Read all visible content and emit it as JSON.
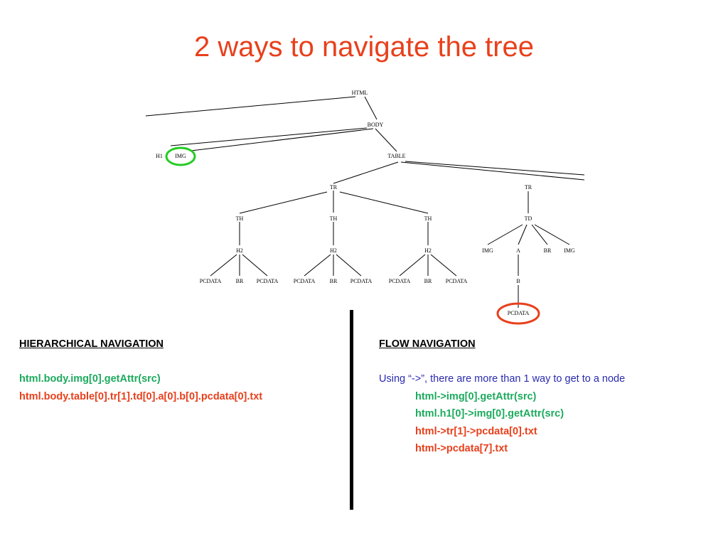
{
  "title": "2 ways to navigate the tree",
  "colors": {
    "title": "#e8401c",
    "green_code": "#1daa5e",
    "red_code": "#e8401c",
    "intro_blue": "#2a2ab0",
    "green_circle": "#22cc22",
    "red_circle": "#e8401c"
  },
  "tree": {
    "nodes": [
      {
        "id": "html",
        "label": "HTML"
      },
      {
        "id": "body",
        "label": "BODY"
      },
      {
        "id": "h1",
        "label": "H1"
      },
      {
        "id": "img1",
        "label": "IMG"
      },
      {
        "id": "table",
        "label": "TABLE"
      },
      {
        "id": "tr1",
        "label": "TR"
      },
      {
        "id": "tr2",
        "label": "TR"
      },
      {
        "id": "th1",
        "label": "TH"
      },
      {
        "id": "th2",
        "label": "TH"
      },
      {
        "id": "th3",
        "label": "TH"
      },
      {
        "id": "td",
        "label": "TD"
      },
      {
        "id": "h2a",
        "label": "H2"
      },
      {
        "id": "h2b",
        "label": "H2"
      },
      {
        "id": "h2c",
        "label": "H2"
      },
      {
        "id": "img2",
        "label": "IMG"
      },
      {
        "id": "a",
        "label": "A"
      },
      {
        "id": "br1",
        "label": "BR"
      },
      {
        "id": "img3",
        "label": "IMG"
      },
      {
        "id": "pc1",
        "label": "PCDATA"
      },
      {
        "id": "br2",
        "label": "BR"
      },
      {
        "id": "pc2",
        "label": "PCDATA"
      },
      {
        "id": "pc3",
        "label": "PCDATA"
      },
      {
        "id": "br3",
        "label": "BR"
      },
      {
        "id": "pc4",
        "label": "PCDATA"
      },
      {
        "id": "pc5",
        "label": "PCDATA"
      },
      {
        "id": "br4",
        "label": "BR"
      },
      {
        "id": "pc6",
        "label": "PCDATA"
      },
      {
        "id": "b",
        "label": "B"
      },
      {
        "id": "pc7",
        "label": "PCDATA"
      }
    ],
    "highlighted_green": "img1",
    "highlighted_red": "pc7"
  },
  "left": {
    "heading": "HIERARCHICAL NAVIGATION",
    "lines": [
      {
        "text": "html.body.img[0].getAttr(src)",
        "color": "green"
      },
      {
        "text": "html.body.table[0].tr[1].td[0].a[0].b[0].pcdata[0].txt",
        "color": "red"
      }
    ]
  },
  "right": {
    "heading": "FLOW NAVIGATION",
    "intro": "Using “->”, there are more than 1 way to get to a node",
    "lines": [
      {
        "text": "html->img[0].getAttr(src)",
        "color": "green"
      },
      {
        "text": "html.h1[0]->img[0].getAttr(src)",
        "color": "green"
      },
      {
        "text": "html->tr[1]->pcdata[0].txt",
        "color": "red"
      },
      {
        "text": "html->pcdata[7].txt",
        "color": "red"
      }
    ]
  }
}
